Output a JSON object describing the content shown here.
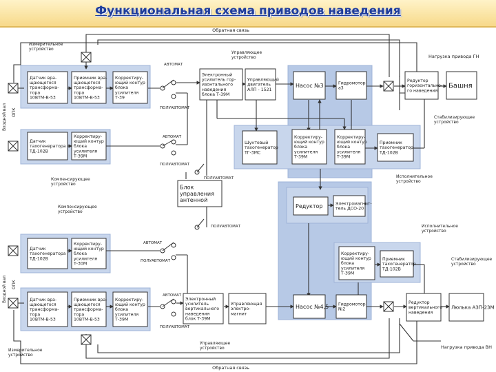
{
  "title": "Функциональная схема приводов наведения",
  "colors": {
    "title": "#1f3d9c",
    "panel": "#c8d6ec",
    "panel_dark": "#9fb4d8",
    "line": "#333333"
  },
  "labels": {
    "feedback_top": "Обратная связь",
    "feedback_bottom": "Обратная связь",
    "measuring_top": "Измерительное\nустройство",
    "measuring_bottom": "Измерительное\nустройство",
    "control_device_top": "Управляющее\nустройство",
    "control_device_bottom": "Управляющее\nустройство",
    "load_gn": "Нагрузка привода ГН",
    "load_vn": "Нагрузка привода ВН",
    "stab_top": "Стабилизирующее\nустройство",
    "stab_bottom": "Стабилизирующее\nустройство",
    "comp_top": "Компенсирующее\nустройство",
    "comp_bottom": "Компенсирующее\nустройство",
    "exec_top": "Исполнительное\nустройство",
    "exec_bottom": "Исполнительное\nустройство",
    "input_top": "Входной вал",
    "input_bottom": "Входной вал",
    "opk_top": "ОПК",
    "opk_bottom": "ОПК"
  },
  "blocks": {
    "sensor_top": "Датчик вра-\nщающегося\nтрансформа-\nтора\n10ВТМ-В-53",
    "receiver_top": "Приемник вра-\nщающегося\nтрансформа-\nтора\n10ВТМ-В-53",
    "corrector_top": "Корректиру-\nющий контур\nблока\nусилителя\nТ-39",
    "amp_top": "Электронный\nусилитель гор-\nизонтального\nнаведения\nблока Т-39М",
    "motor_top": "Управляющий\nдвигатель\nАЛП - 1521",
    "pump_top": "Насос №3",
    "hydromotor_top": "Гидромотор\nа3",
    "reducer_top": "Редуктор\nгоризонтально-\nго наведения",
    "turret": "Башня",
    "tacho_top": "Датчик\nтахогенератора\nТД-102В",
    "corrector_top2": "Корректиру-\nющий контур\nблока\nусилителя\nТ-39М",
    "shunt_tacho": "Шунтовый\nтахогенератор\nТГ-3МС",
    "corr_mid1": "Корректиру-\nющий контур\nблока\nусилителя\nТ-39М",
    "corr_mid2": "Корректиру-\nющий контур\nблока\nусилителя\nТ-39М",
    "recv_tacho_top": "Приемник\nтахогенератор\nТД-102В",
    "control_unit": "Блок\nуправления\nантенной",
    "reductor": "Редуктор",
    "em_amp": "Электромагнит-\nтель ДСО-20",
    "tacho_bottom": "Датчик\nтахогенератора\nТД-102В",
    "corrector_bottom2": "Корректиру-\nющий контур\nблока\nусилителя\nТ-30М",
    "corr_low": "Корректиру-\nющий контур\nблока\nусилителя\nТ-39М",
    "recv_tacho_bottom": "Приемник\nтахогенератор\nТД-102В",
    "sensor_bottom": "Датчик вра-\nщающегося\nтрансформа-\nтора\n10ВТМ-В-53",
    "receiver_bottom": "Приемник вра-\nщающегося\nтрансформа-\nтора\n10ВТМ-В-53",
    "corrector_bottom": "Корректиру-\nющий контур\nблока\nусилителя\nТ-39М",
    "amp_bottom": "Электронный\nусилитель\nвертикального\nнаведения\nблок Т-39М",
    "em_coupling": "Управляющая\nэлектро-\nмагнит",
    "pump_bottom": "Насос №4,5",
    "hydromotor_bottom": "Гидромотор\n№2",
    "reducer_bottom": "Редуктор\nвертикального\nнаведения",
    "antenna": "Люлька АЗП-23М"
  },
  "switches": {
    "auto1": "АВТОМАТ",
    "semi1": "ПОЛУАВТОМАТ",
    "auto2": "АВТОМАТ",
    "semi2": "ПОЛУАВТОМАТ",
    "semi_mid_top": "ПОЛУАВТОМАТ",
    "semi_mid_bottom": "ПОЛУАВТОМАТ",
    "auto3": "АВТОМАТ",
    "semi3": "ПОЛУАВТОМАТ",
    "auto4": "АВТОМАТ",
    "semi4": "ПОЛУАВТОМАТ"
  }
}
